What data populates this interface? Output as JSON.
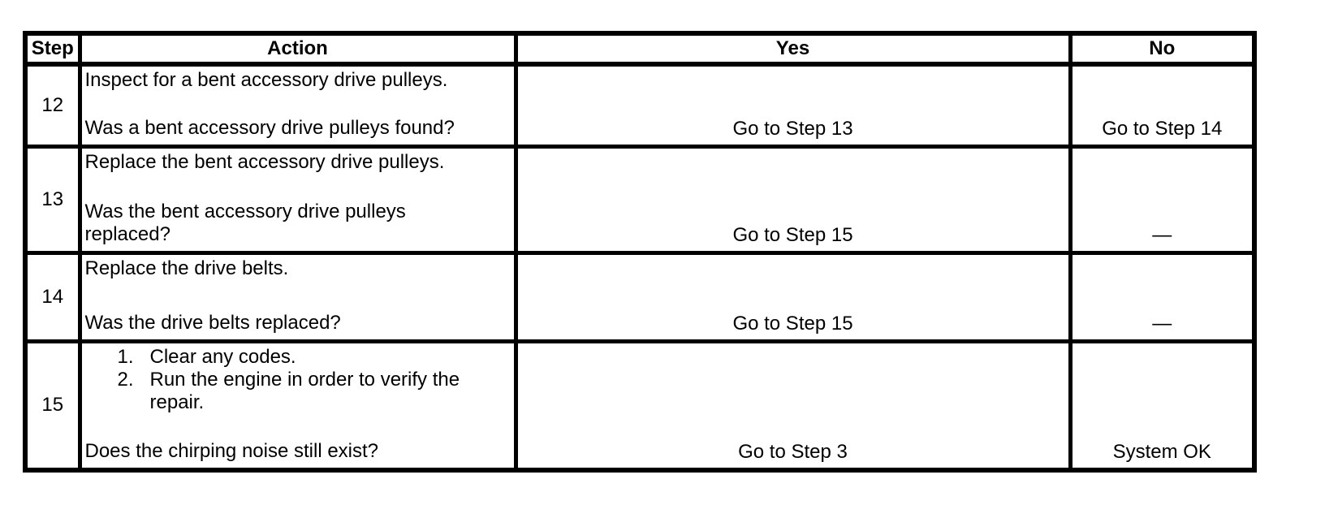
{
  "table": {
    "headers": [
      "Step",
      "Action",
      "Yes",
      "No"
    ],
    "rows": [
      {
        "step": "12",
        "action": "Inspect for a bent accessory drive pulleys.",
        "question": "Was a bent accessory drive pulleys found?",
        "yes": "Go to Step 13",
        "no": "Go to Step 14"
      },
      {
        "step": "13",
        "action": "Replace the bent accessory drive pulleys.",
        "question": "Was the bent accessory drive pulleys replaced?",
        "yes": "Go to Step 15",
        "no": "—"
      },
      {
        "step": "14",
        "action": "Replace the drive belts.",
        "question": "Was the drive belts replaced?",
        "yes": "Go to Step 15",
        "no": "—"
      },
      {
        "step": "15",
        "action_list": [
          {
            "num": "1.",
            "text": "Clear any codes."
          },
          {
            "num": "2.",
            "text": "Run the engine in order to verify the repair."
          }
        ],
        "question": "Does the chirping noise still exist?",
        "yes": "Go to Step 3",
        "no": "System OK"
      }
    ],
    "colors": {
      "border": "#000000",
      "background": "#ffffff",
      "text": "#000000"
    }
  }
}
